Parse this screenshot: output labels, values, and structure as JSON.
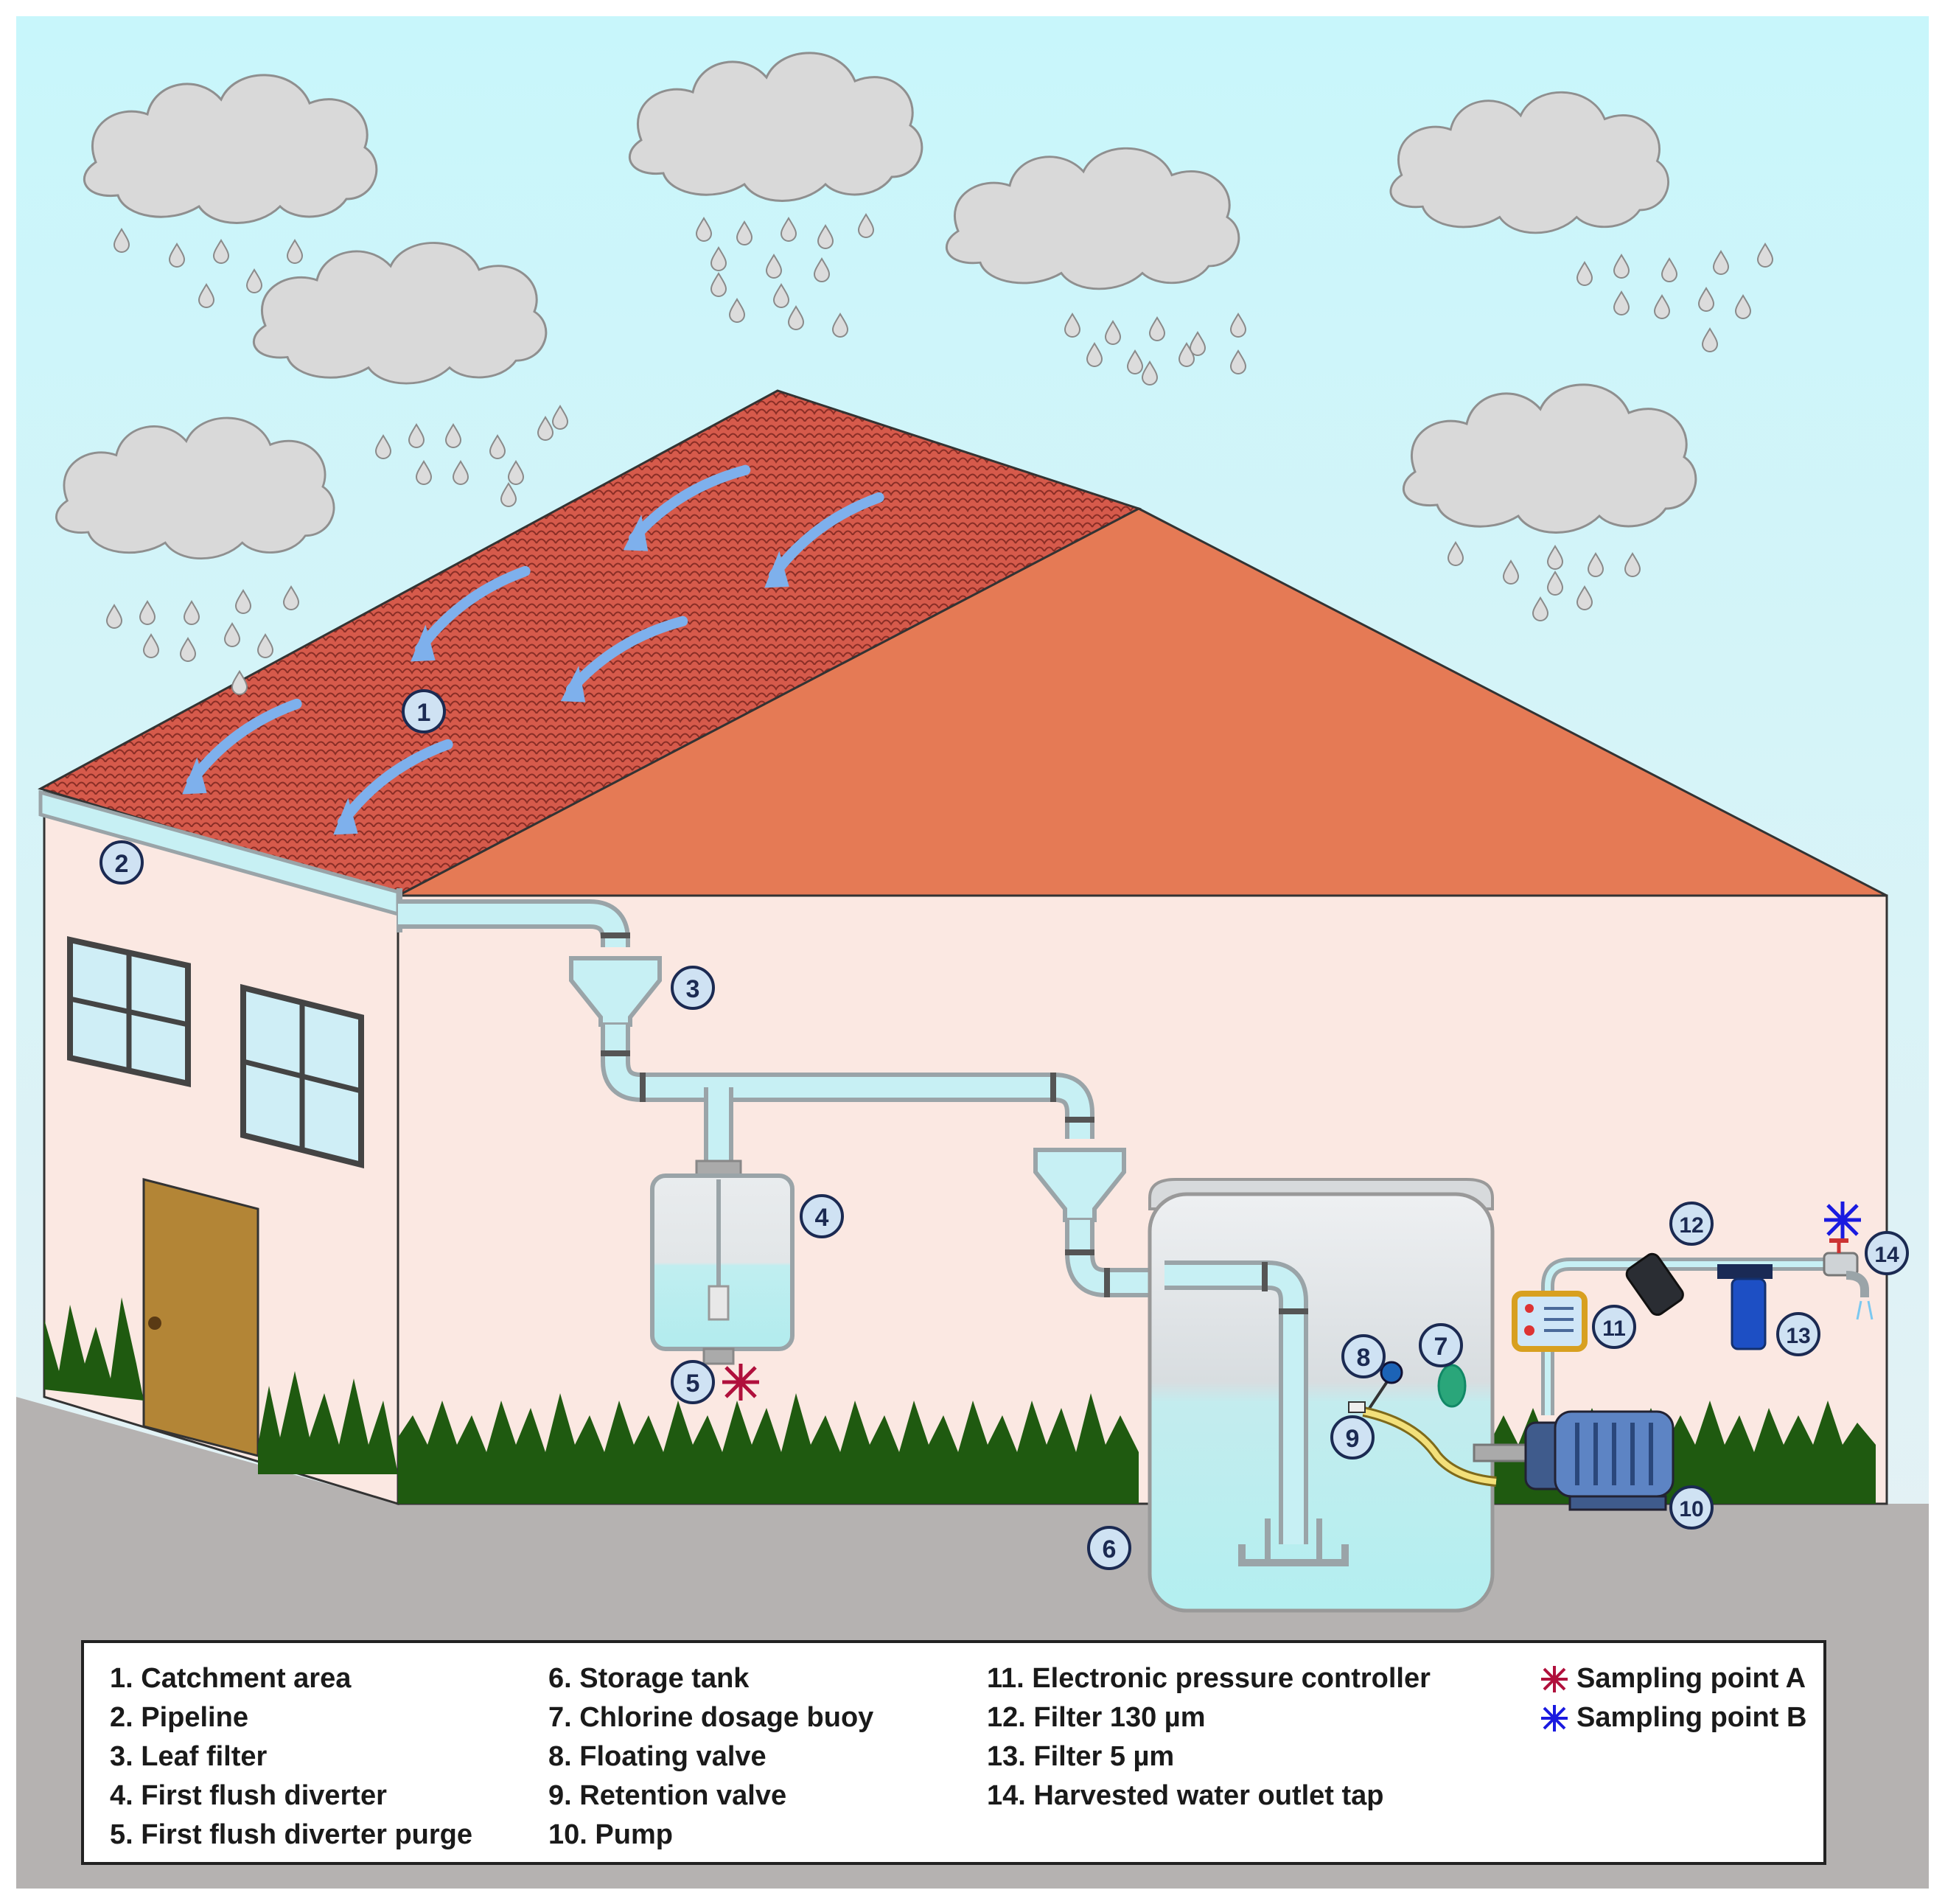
{
  "callouts": [
    "1",
    "2",
    "3",
    "4",
    "5",
    "6",
    "7",
    "8",
    "9",
    "10",
    "11",
    "12",
    "13",
    "14"
  ],
  "legend": {
    "col1": [
      "1. Catchment area",
      "2. Pipeline",
      "3. Leaf filter",
      "4. First flush diverter",
      "5. First flush diverter purge"
    ],
    "col2": [
      "6. Storage tank",
      "7. Chlorine dosage buoy",
      "8. Floating valve",
      "9. Retention valve",
      "10. Pump"
    ],
    "col3": [
      "11. Electronic pressure controller",
      "12. Filter 130 µm",
      "13. Filter 5 µm",
      "14. Harvested water outlet tap"
    ],
    "sampling": [
      {
        "label": "Sampling point A",
        "color": "#b0103c"
      },
      {
        "label": "Sampling point B",
        "color": "#1a1ae0"
      }
    ]
  },
  "colors": {
    "sky_top": "#ccf6fb",
    "sky_bottom": "#e8f0f4",
    "roof_tiles": "#d5574a",
    "roof_side": "#e57a55",
    "wall": "#fbe8e2",
    "ground": "#b5b2b1",
    "grass": "#1f5a10",
    "pipe": "#c7f0f4",
    "pipe_edge": "#9aa4a8",
    "callout_fill": "#cfe2f3",
    "callout_stroke": "#1b2a52",
    "flow_arrow": "#7fb0ec",
    "door": "#b38536"
  },
  "icons": [
    "cloud-icon",
    "raindrop-icon",
    "flow-arrow-icon",
    "window-icon",
    "door-icon",
    "grass-icon",
    "pipe-icon",
    "leaf-filter-icon",
    "diverter-tank-icon",
    "storage-tank-icon",
    "pump-icon",
    "pressure-controller-icon",
    "filter-icon",
    "tap-icon",
    "sampling-star-icon"
  ]
}
